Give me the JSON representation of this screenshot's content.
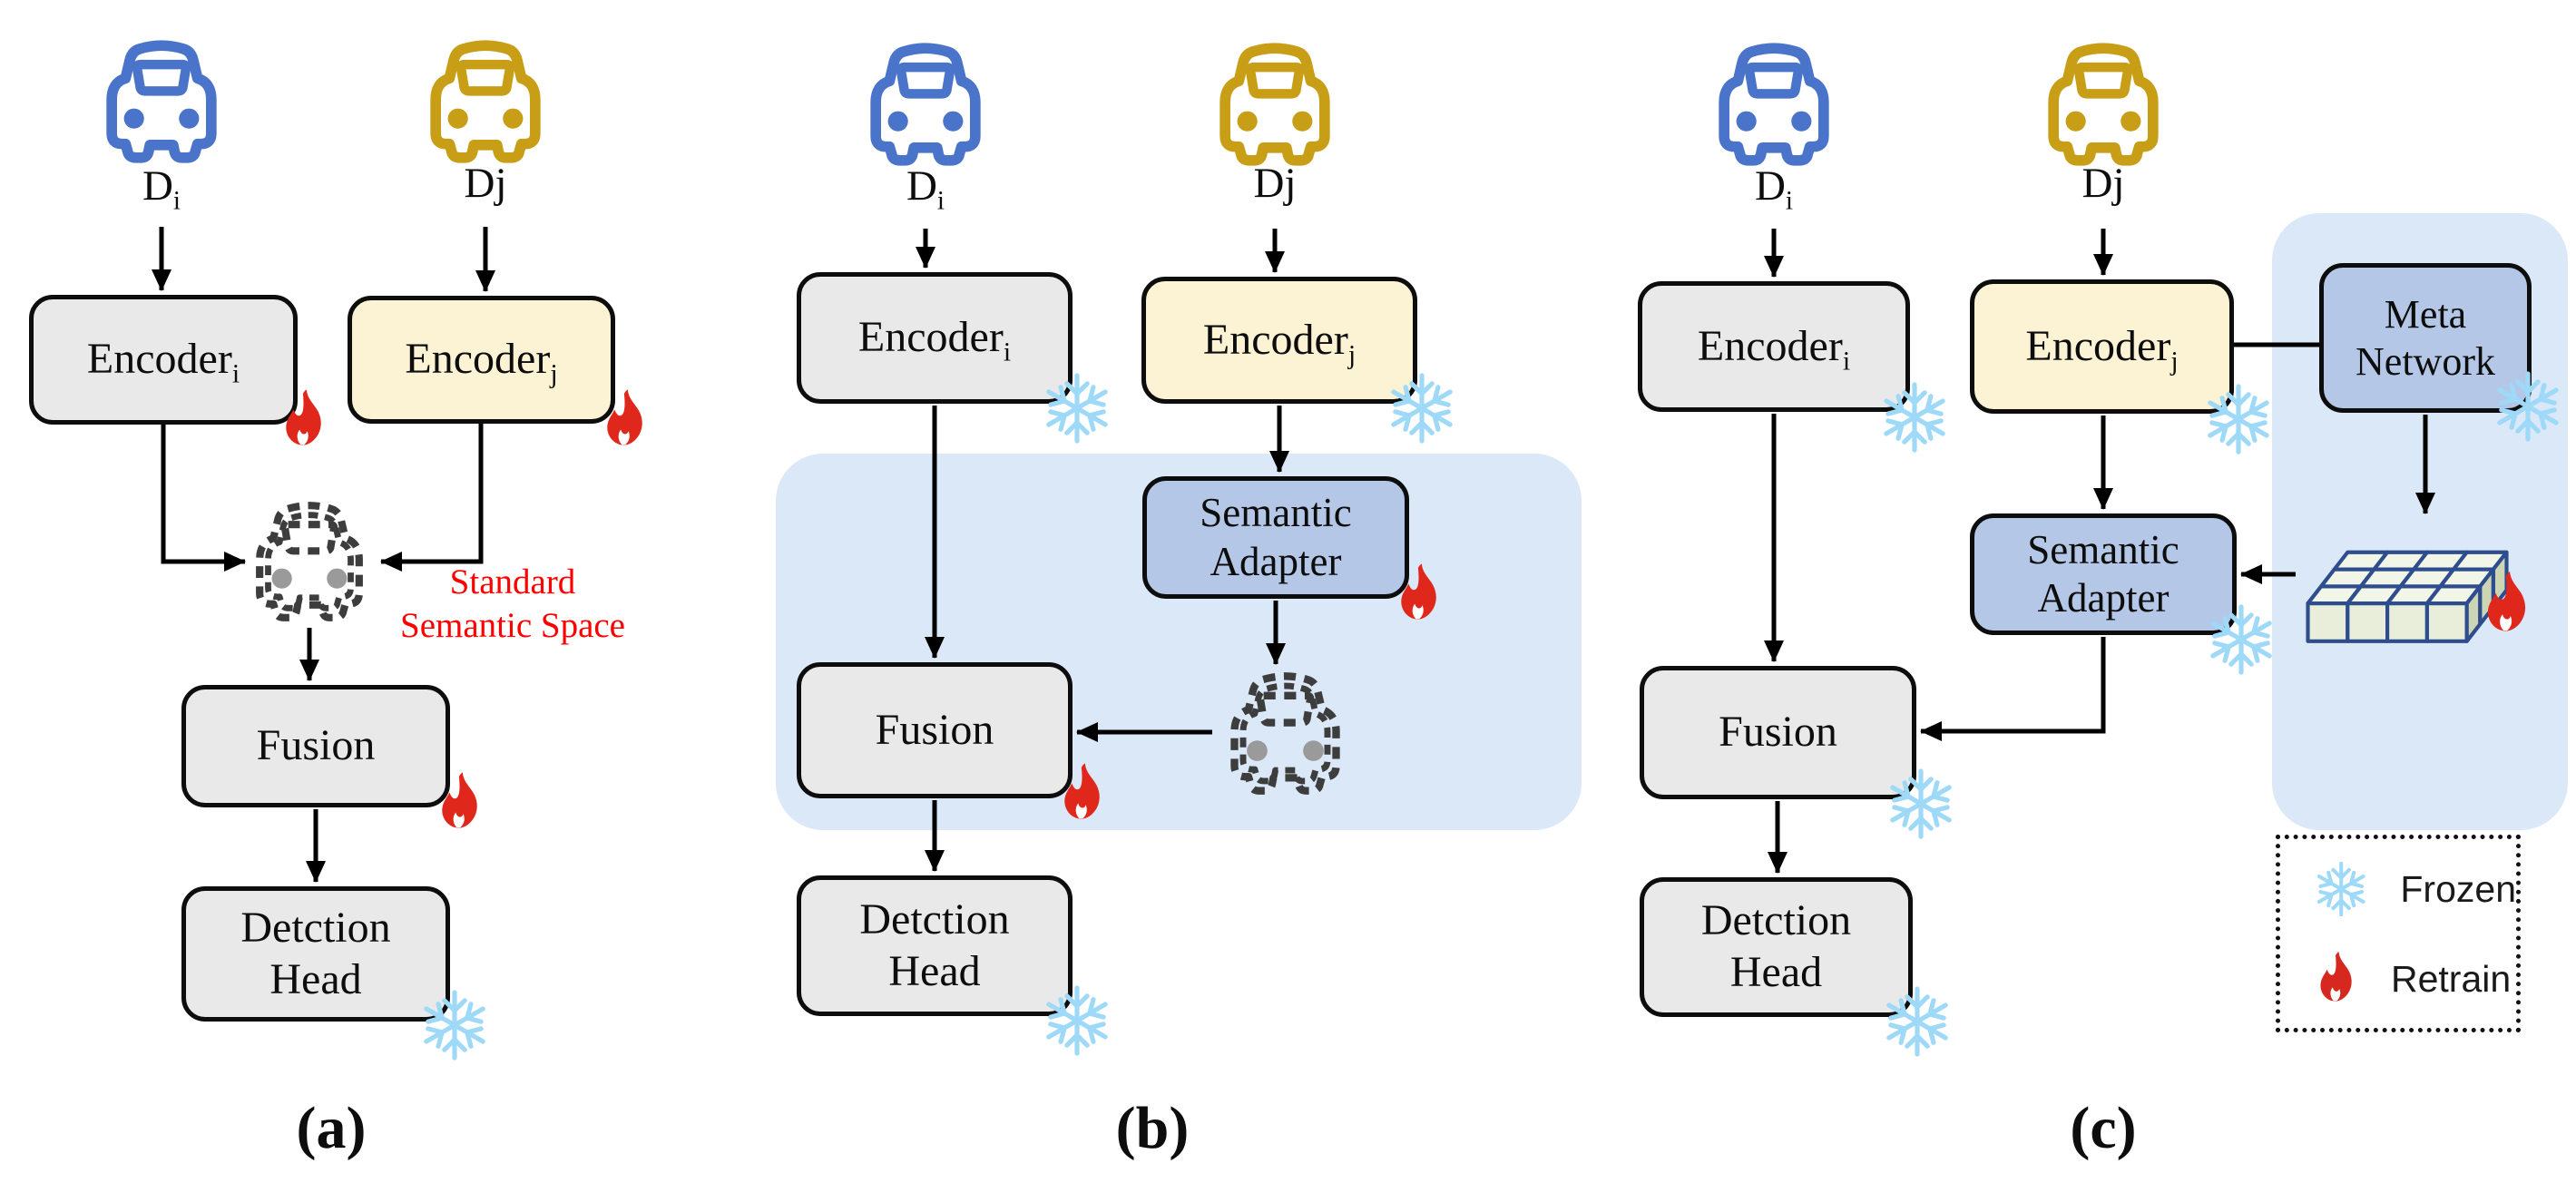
{
  "labels": {
    "encoder": "Encoder",
    "sub_i": "i",
    "sub_j": "j",
    "fusion": "Fusion",
    "head_line1": "Detction",
    "head_line2": "Head",
    "adapter_line1": "Semantic",
    "adapter_line2": "Adapter",
    "meta_line1": "Meta",
    "meta_line2": "Network",
    "dataset_i_main": "D",
    "dataset_i_sub": "i",
    "dataset_j": "Dj",
    "note_line1": "Standard",
    "note_line2": "Semantic Space",
    "panel_a": "(a)",
    "panel_b": "(b)",
    "panel_c": "(c)"
  },
  "legend": {
    "frozen": "Frozen",
    "retrain": "Retrain"
  },
  "colors": {
    "box_gray": "#e9e9e9",
    "box_cream": "#fcf2d4",
    "box_blue": "#b4c7e7",
    "region_blue": "#dbe8f7",
    "car_blue": "#4a74c9",
    "car_gold": "#c79e16",
    "dashed_car_gray": "#3d3d3d",
    "snowflake_blue": "#9fd9f8",
    "flame_red": "#e0271c",
    "note_red": "#ff0000",
    "cube_fill": "#eef3e0",
    "cube_stroke": "#2e4d8e"
  }
}
